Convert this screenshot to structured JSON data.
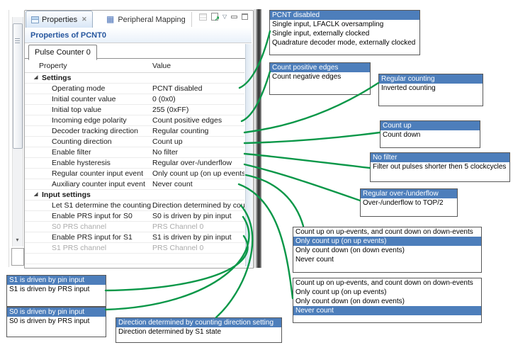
{
  "view": {
    "tabs": [
      {
        "label": "Properties",
        "active": true
      },
      {
        "label": "Peripheral Mapping",
        "active": false
      }
    ],
    "title": "Properties of PCNT0",
    "page_tab": "Pulse Counter 0",
    "table": {
      "columns": [
        "Property",
        "Value"
      ],
      "sections": [
        {
          "label": "Settings",
          "rows": [
            {
              "property": "Operating mode",
              "value": "PCNT disabled"
            },
            {
              "property": "Initial counter value",
              "value": "0 (0x0)"
            },
            {
              "property": "Initial top value",
              "value": "255 (0xFF)"
            },
            {
              "property": "Incoming edge polarity",
              "value": "Count positive edges"
            },
            {
              "property": "Decoder tracking direction",
              "value": "Regular counting"
            },
            {
              "property": "Counting direction",
              "value": "Count up"
            },
            {
              "property": "Enable filter",
              "value": "No filter"
            },
            {
              "property": "Enable hysteresis",
              "value": "Regular over-/underflow"
            },
            {
              "property": "Regular counter input event",
              "value": "Only count up (on up events)"
            },
            {
              "property": "Auxiliary counter input event",
              "value": "Never count"
            }
          ]
        },
        {
          "label": "Input settings",
          "rows": [
            {
              "property": "Let S1 determine the counting",
              "value": "Direction determined by cou..."
            },
            {
              "property": "Enable PRS input for S0",
              "value": "S0 is driven by pin input"
            },
            {
              "property": "S0 PRS channel",
              "value": "PRS Channel 0",
              "disabled": true
            },
            {
              "property": "Enable PRS input for S1",
              "value": "S1 is driven by pin input"
            },
            {
              "property": "S1 PRS channel",
              "value": "PRS Channel 0",
              "disabled": true
            }
          ]
        }
      ]
    }
  },
  "callouts": [
    {
      "id": "operating-mode-options",
      "selected": 0,
      "items": [
        "PCNT disabled",
        "Single input, LFACLK oversampling",
        "Single input, externally clocked",
        "Quadrature decoder mode, externally clocked"
      ]
    },
    {
      "id": "edge-polarity-options",
      "selected": 0,
      "items": [
        "Count positive edges",
        "Count negative edges"
      ]
    },
    {
      "id": "decoder-tracking-options",
      "selected": 0,
      "items": [
        "Regular counting",
        "Inverted counting"
      ]
    },
    {
      "id": "counting-direction-options",
      "selected": 0,
      "items": [
        "Count up",
        "Count down"
      ]
    },
    {
      "id": "filter-options",
      "selected": 0,
      "items": [
        "No filter",
        "Filter out pulses shorter then 5 clockcycles"
      ]
    },
    {
      "id": "hysteresis-options",
      "selected": 0,
      "items": [
        "Regular over-/underflow",
        "Over-/underflow to TOP/2"
      ]
    },
    {
      "id": "regular-counter-event-options",
      "selected": 1,
      "items": [
        "Count up on up-events, and count down on down-events",
        "Only count up (on up events)",
        "Only count down (on down events)",
        "Never count"
      ]
    },
    {
      "id": "auxiliary-counter-event-options",
      "selected": 3,
      "items": [
        "Count up on up-events, and count down on down-events",
        "Only count up (on up events)",
        "Only count down (on down events)",
        "Never count"
      ]
    },
    {
      "id": "s1-input-options",
      "selected": 0,
      "items": [
        "S1 is driven by pin input",
        "S1 is driven by PRS input"
      ]
    },
    {
      "id": "s0-input-options",
      "selected": 0,
      "items": [
        "S0 is driven by pin input",
        "S0 is driven by PRS input"
      ]
    },
    {
      "id": "direction-options",
      "selected": 0,
      "items": [
        "Direction determined by counting direction setting",
        "Direction determined by S1 state"
      ]
    }
  ],
  "connectors": [
    "M338,124 C356,116 371,84 381,44",
    "M341,171 C358,164 371,134 381,101",
    "M345,187 C430,176 494,143 534,117",
    "M345,202 C420,200 482,194 536,187",
    "M345,217 C400,222 468,231 522,237",
    "M345,232 C400,245 462,267 508,283",
    "M347,247 C392,256 418,284 428,319",
    "M337,260 C390,280 404,345 413,421",
    "M340,290 C376,332 347,410 305,448",
    "M343,306 C378,358 302,432 149,437",
    "M344,333 C372,374 292,408 149,410"
  ],
  "colors": {
    "selection_blue": "#4d7ebb",
    "connector_green": "#0a9748",
    "title_blue": "#26569e"
  }
}
